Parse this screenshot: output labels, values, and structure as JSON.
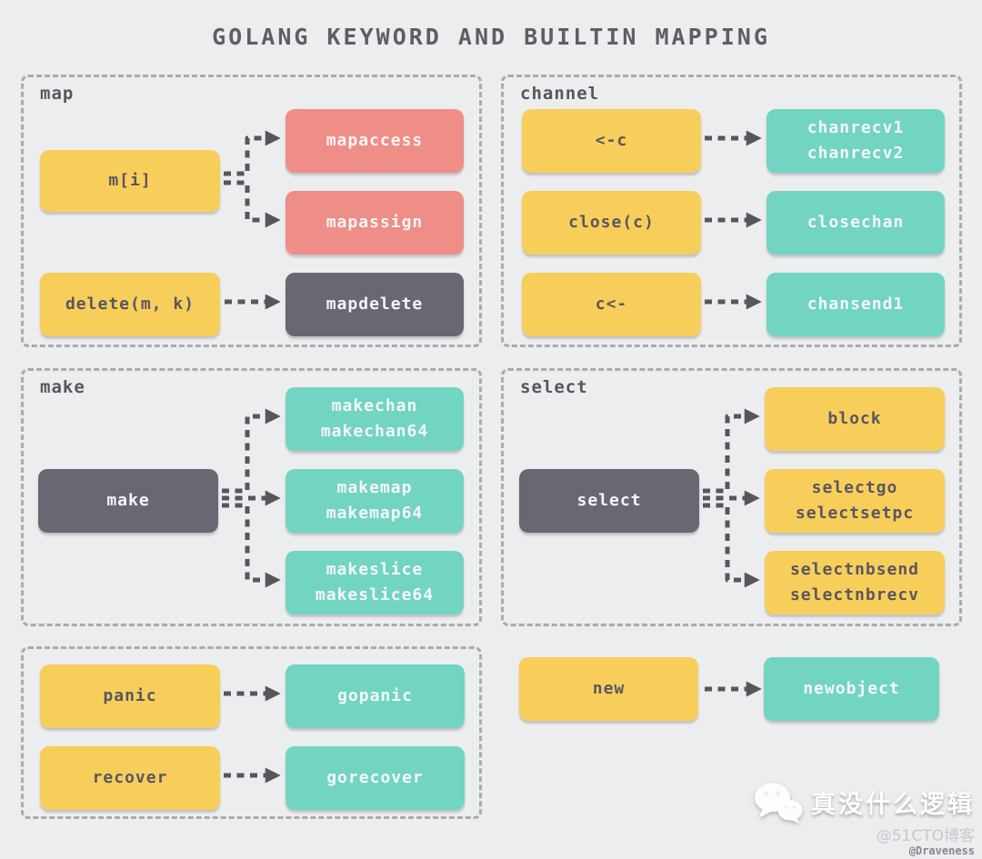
{
  "title": "GOLANG KEYWORD AND BUILTIN MAPPING",
  "colors": {
    "background": "#ECEDEF",
    "keyword_yellow": "#F8CE5B",
    "builtin_red": "#EF8D87",
    "builtin_teal": "#72D5C1",
    "builtin_dark": "#6A6773",
    "arrow": "#56565E",
    "group_border": "#A9ABB0",
    "text_dark": "#5A5660",
    "text_light": "#F5F6F8",
    "title_text": "#5C5F66"
  },
  "diagram": {
    "groups": [
      {
        "label": "map",
        "mappings": [
          {
            "from": "m[i]",
            "to": [
              "mapaccess",
              "mapassign"
            ]
          },
          {
            "from": "delete(m, k)",
            "to": [
              "mapdelete"
            ]
          }
        ]
      },
      {
        "label": "channel",
        "mappings": [
          {
            "from": "<-c",
            "to": [
              "chanrecv1\nchanrecv2"
            ]
          },
          {
            "from": "close(c)",
            "to": [
              "closechan"
            ]
          },
          {
            "from": "c<-",
            "to": [
              "chansend1"
            ]
          }
        ]
      },
      {
        "label": "make",
        "mappings": [
          {
            "from": "make",
            "to": [
              "makechan\nmakechan64",
              "makemap\nmakemap64",
              "makeslice\nmakeslice64"
            ]
          }
        ]
      },
      {
        "label": "select",
        "mappings": [
          {
            "from": "select",
            "to": [
              "block",
              "selectgo\nselectsetpc",
              "selectnbsend\nselectnbrecv"
            ]
          }
        ]
      },
      {
        "label": "",
        "mappings": [
          {
            "from": "panic",
            "to": [
              "gopanic"
            ]
          },
          {
            "from": "recover",
            "to": [
              "gorecover"
            ]
          }
        ]
      },
      {
        "label": "",
        "mappings": [
          {
            "from": "new",
            "to": [
              "newobject"
            ]
          }
        ]
      }
    ]
  },
  "watermark": {
    "brand": "真没什么逻辑",
    "credit": "@51CTO博客",
    "author": "@Draveness"
  }
}
